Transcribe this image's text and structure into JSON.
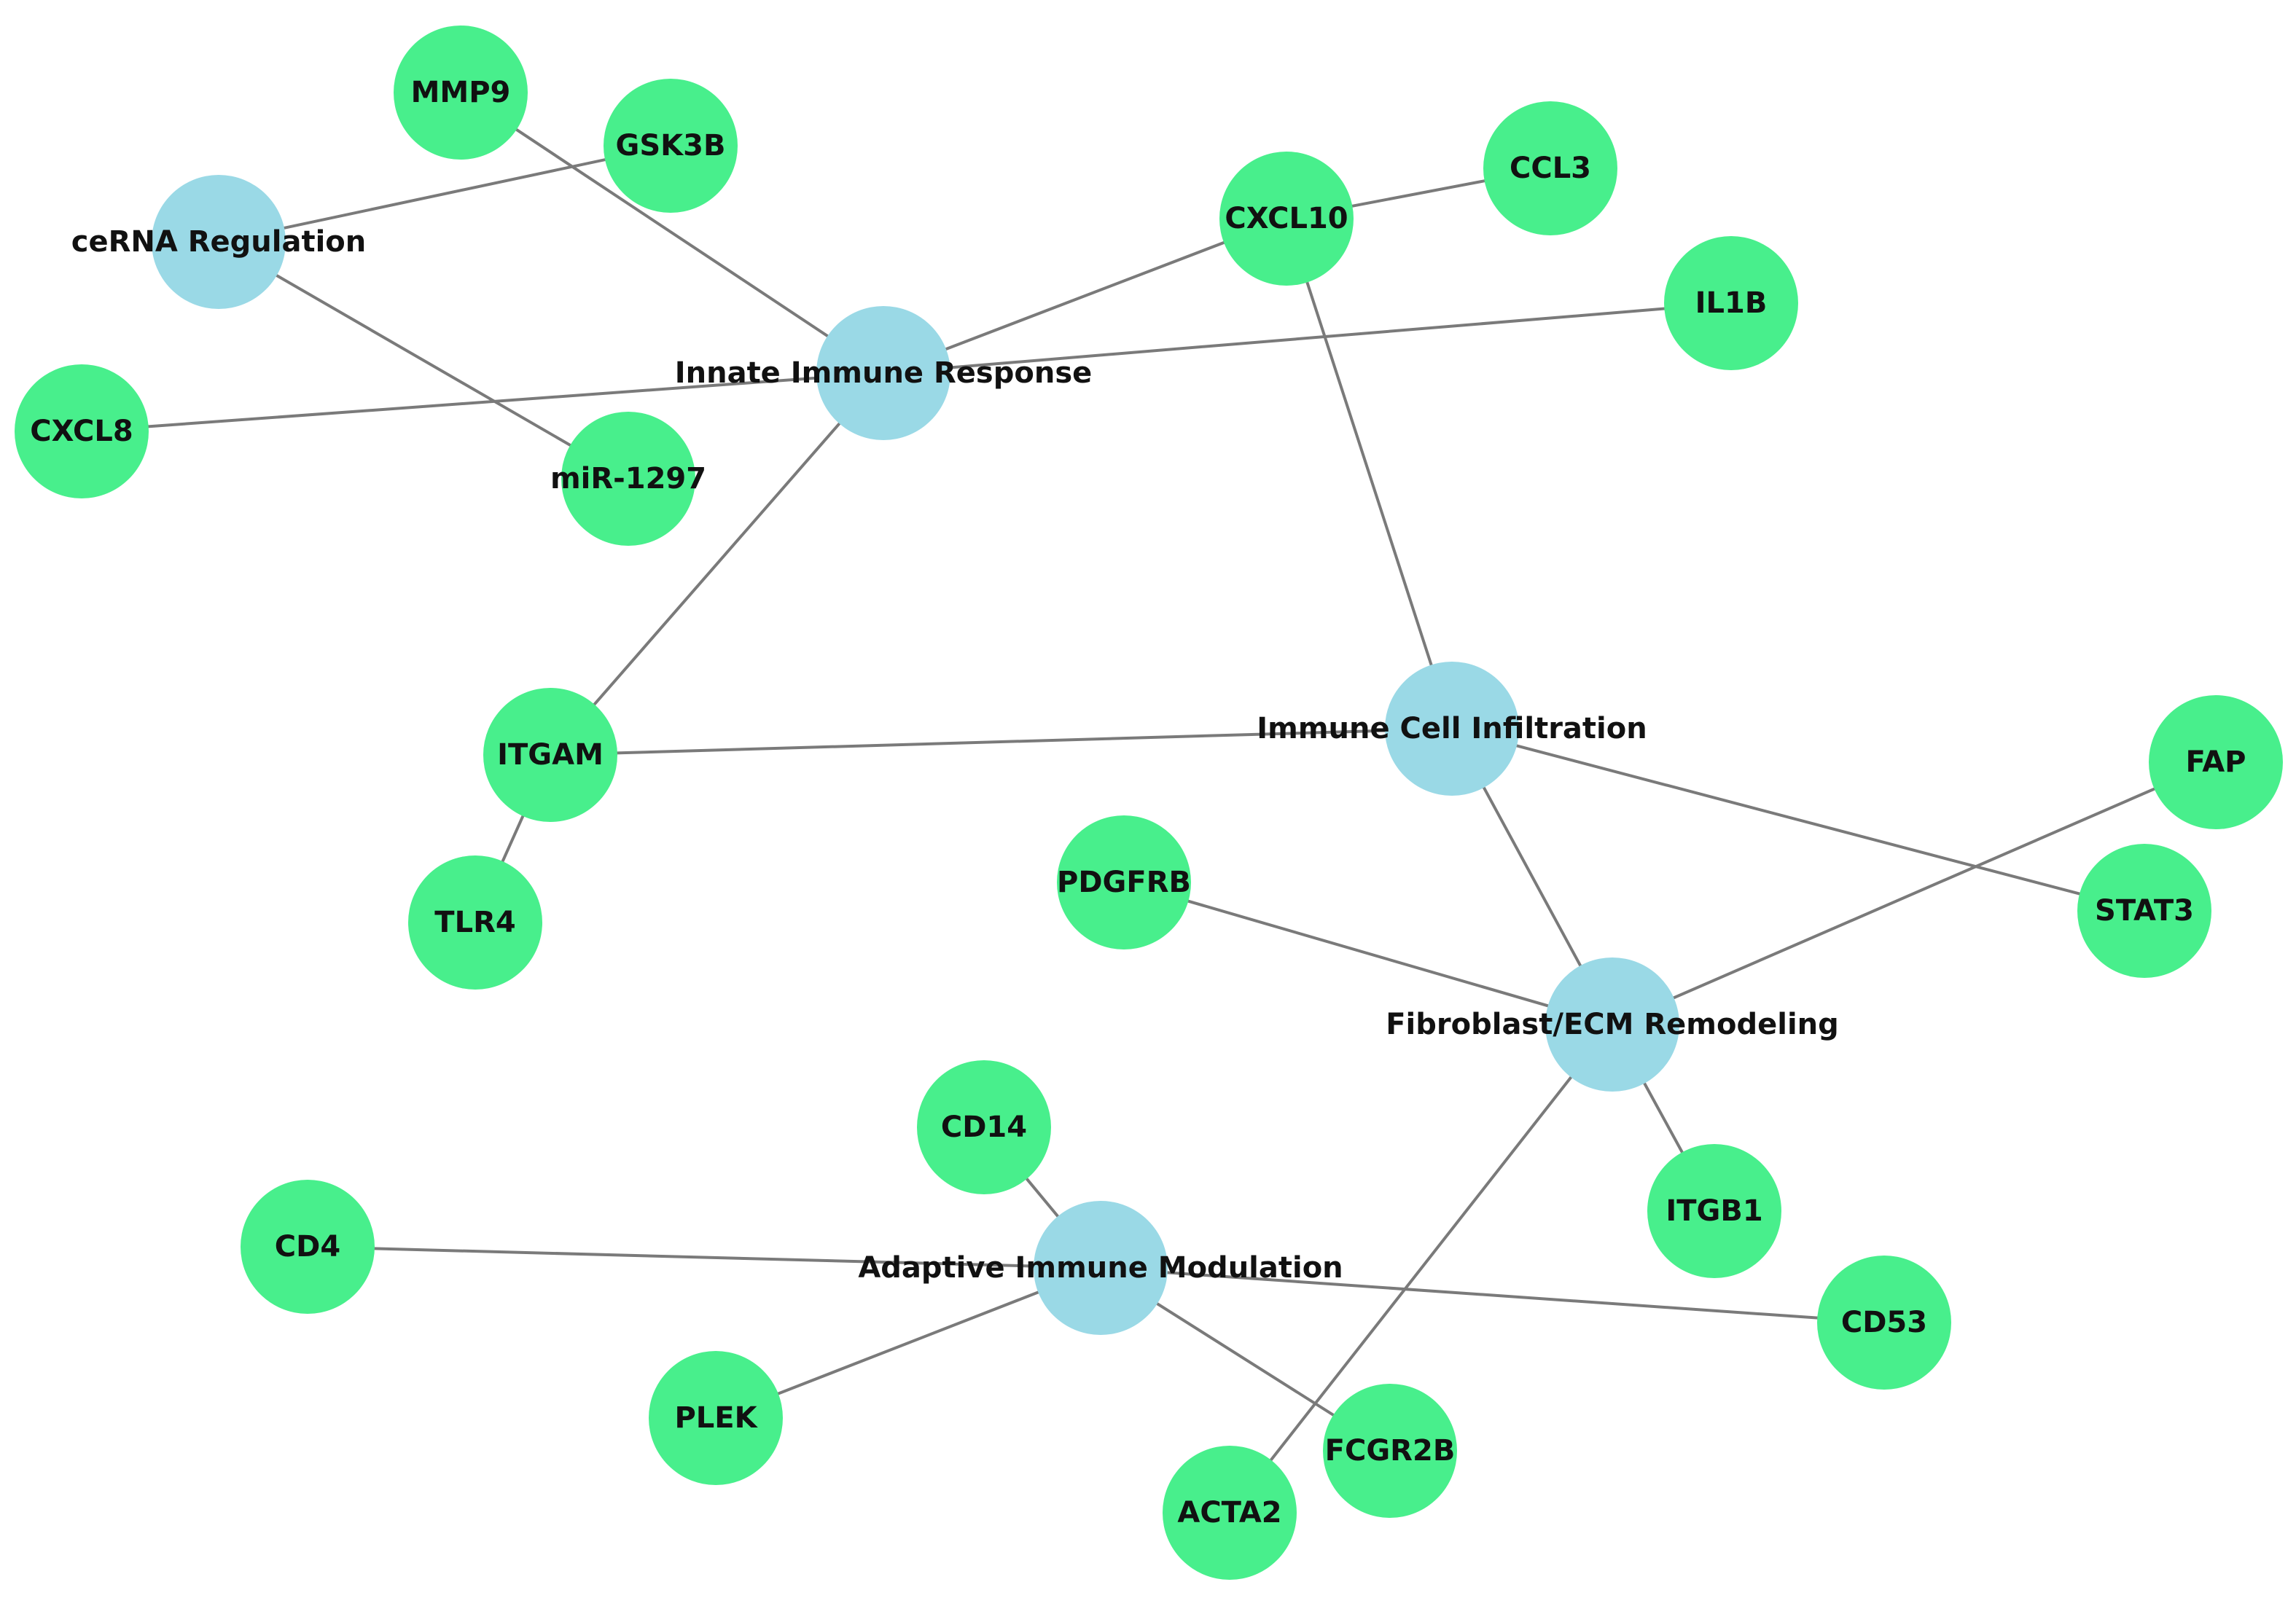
{
  "colors": {
    "hub": "#9ad9e6",
    "gene": "#48ef8c",
    "edge": "#7a7a7a",
    "label": "#111111",
    "background": "#ffffff"
  },
  "nodes": [
    {
      "id": "cerna",
      "label": "ceRNA Regulation",
      "kind": "hub"
    },
    {
      "id": "innate",
      "label": "Innate Immune Response",
      "kind": "hub"
    },
    {
      "id": "infiltration",
      "label": "Immune Cell Infiltration",
      "kind": "hub"
    },
    {
      "id": "fibro",
      "label": "Fibroblast/ECM Remodeling",
      "kind": "hub"
    },
    {
      "id": "adaptive",
      "label": "Adaptive Immune Modulation",
      "kind": "hub"
    },
    {
      "id": "mmp9",
      "label": "MMP9",
      "kind": "gene"
    },
    {
      "id": "gsk3b",
      "label": "GSK3B",
      "kind": "gene"
    },
    {
      "id": "cxcl8",
      "label": "CXCL8",
      "kind": "gene"
    },
    {
      "id": "mir1297",
      "label": "miR-1297",
      "kind": "gene"
    },
    {
      "id": "cxcl10",
      "label": "CXCL10",
      "kind": "gene"
    },
    {
      "id": "ccl3",
      "label": "CCL3",
      "kind": "gene"
    },
    {
      "id": "il1b",
      "label": "IL1B",
      "kind": "gene"
    },
    {
      "id": "itgam",
      "label": "ITGAM",
      "kind": "gene"
    },
    {
      "id": "tlr4",
      "label": "TLR4",
      "kind": "gene"
    },
    {
      "id": "pdgfrb",
      "label": "PDGFRB",
      "kind": "gene"
    },
    {
      "id": "fap",
      "label": "FAP",
      "kind": "gene"
    },
    {
      "id": "stat3",
      "label": "STAT3",
      "kind": "gene"
    },
    {
      "id": "cd14",
      "label": "CD14",
      "kind": "gene"
    },
    {
      "id": "itgb1",
      "label": "ITGB1",
      "kind": "gene"
    },
    {
      "id": "cd4",
      "label": "CD4",
      "kind": "gene"
    },
    {
      "id": "cd53",
      "label": "CD53",
      "kind": "gene"
    },
    {
      "id": "plek",
      "label": "PLEK",
      "kind": "gene"
    },
    {
      "id": "fcgr2b",
      "label": "FCGR2B",
      "kind": "gene"
    },
    {
      "id": "acta2",
      "label": "ACTA2",
      "kind": "gene"
    }
  ],
  "edges": [
    [
      "cerna",
      "gsk3b"
    ],
    [
      "cerna",
      "mir1297"
    ],
    [
      "innate",
      "mmp9"
    ],
    [
      "innate",
      "cxcl8"
    ],
    [
      "innate",
      "il1b"
    ],
    [
      "innate",
      "cxcl10"
    ],
    [
      "innate",
      "itgam"
    ],
    [
      "cxcl10",
      "ccl3"
    ],
    [
      "cxcl10",
      "infiltration"
    ],
    [
      "itgam",
      "tlr4"
    ],
    [
      "itgam",
      "infiltration"
    ],
    [
      "infiltration",
      "stat3"
    ],
    [
      "infiltration",
      "fibro"
    ],
    [
      "fibro",
      "pdgfrb"
    ],
    [
      "fibro",
      "fap"
    ],
    [
      "fibro",
      "itgb1"
    ],
    [
      "fibro",
      "acta2"
    ],
    [
      "adaptive",
      "cd14"
    ],
    [
      "adaptive",
      "cd4"
    ],
    [
      "adaptive",
      "cd53"
    ],
    [
      "adaptive",
      "plek"
    ],
    [
      "adaptive",
      "fcgr2b"
    ]
  ]
}
